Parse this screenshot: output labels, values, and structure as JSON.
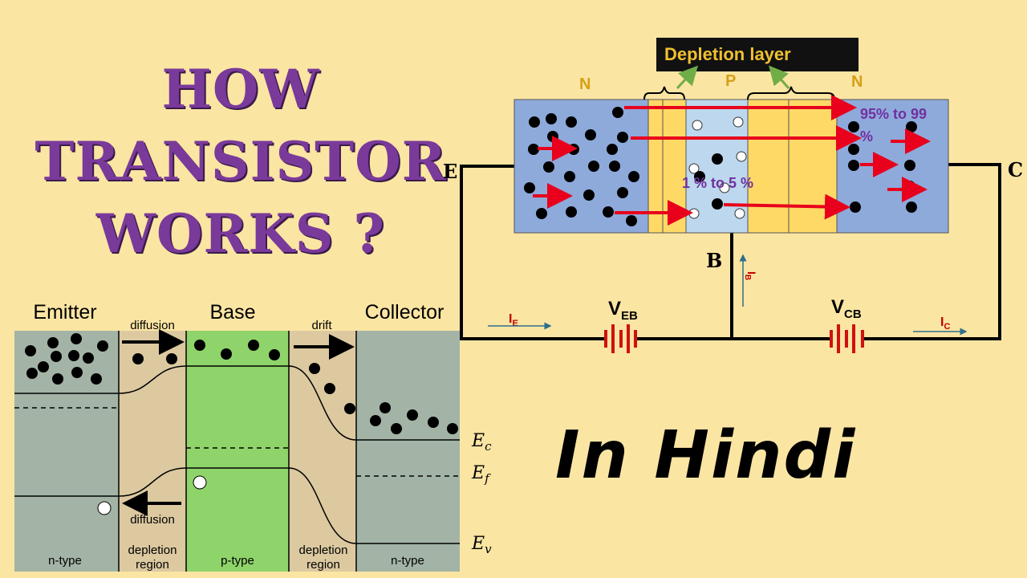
{
  "title": {
    "line1": "HOW",
    "line2": "TRANSISTOR",
    "line3": "WORKS ?"
  },
  "subtitle": "In Hindi",
  "transistor": {
    "depletion_label": "Depletion layer",
    "region_n_left": "N",
    "region_p": "P",
    "region_n_right": "N",
    "terminal_e": "E",
    "terminal_c": "C",
    "terminal_b": "B",
    "percent_collector": "95% to 99",
    "percent_collector_suffix": "%",
    "percent_base": "1 % to 5 %",
    "ie_main": "I",
    "ie_sub": "E",
    "ib_main": "I",
    "ib_sub": "B",
    "ic_main": "I",
    "ic_sub": "C",
    "veb_main": "V",
    "veb_sub": "EB",
    "vcb_main": "V",
    "vcb_sub": "CB",
    "colors": {
      "n_region": "#8eaadb",
      "p_region": "#bdd7ee",
      "depletion": "#ffd966",
      "arrow": "#e8001c",
      "battery": "#d01010",
      "percent_text": "#7030a0"
    }
  },
  "band": {
    "emitter_label": "Emitter",
    "base_label": "Base",
    "collector_label": "Collector",
    "diffusion_top": "diffusion",
    "drift": "drift",
    "diffusion_bottom": "diffusion",
    "ec": "E",
    "ec_sub": "c",
    "ef": "E",
    "ef_sub": "f",
    "ev": "E",
    "ev_sub": "v",
    "n_type_left": "n-type",
    "depletion_left_1": "depletion",
    "depletion_left_2": "region",
    "p_type": "p-type",
    "depletion_right_1": "depletion",
    "depletion_right_2": "region",
    "n_type_right": "n-type",
    "colors": {
      "n_region": "#a3b4a6",
      "depletion": "#dcc9a0",
      "p_region": "#8fd46a"
    }
  }
}
